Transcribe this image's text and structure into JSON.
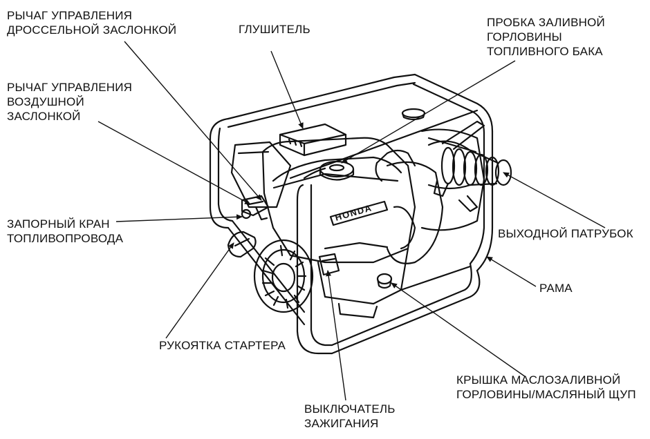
{
  "labels": {
    "throttle_lever": [
      "РЫЧАГ УПРАВЛЕНИЯ",
      "ДРОССЕЛЬНОЙ ЗАСЛОНКОЙ"
    ],
    "muffler": [
      "ГЛУШИТЕЛЬ"
    ],
    "fuel_cap": [
      "ПРОБКА ЗАЛИВНОЙ",
      "ГОРЛОВИНЫ",
      "ТОПЛИВНОГО БАКА"
    ],
    "choke_lever": [
      "РЫЧАГ УПРАВЛЕНИЯ",
      "ВОЗДУШНОЙ",
      "ЗАСЛОНКОЙ"
    ],
    "fuel_valve": [
      "ЗАПОРНЫЙ КРАН",
      "ТОПЛИВОПРОВОДА"
    ],
    "outlet": [
      "ВЫХОДНОЙ ПАТРУБОК"
    ],
    "frame": [
      "РАМА"
    ],
    "starter_grip": [
      "РУКОЯТКА СТАРТЕРА"
    ],
    "oil_cap": [
      "КРЫШКА МАСЛОЗАЛИВНОЙ",
      "ГОРЛОВИНЫ/МАСЛЯНЫЙ ЩУП"
    ],
    "ignition_switch": [
      "ВЫКЛЮЧАТЕЛЬ",
      "ЗАЖИГАНИЯ"
    ]
  },
  "brand_mark": "HONDA",
  "colors": {
    "ink": "#111111",
    "background": "#ffffff"
  }
}
